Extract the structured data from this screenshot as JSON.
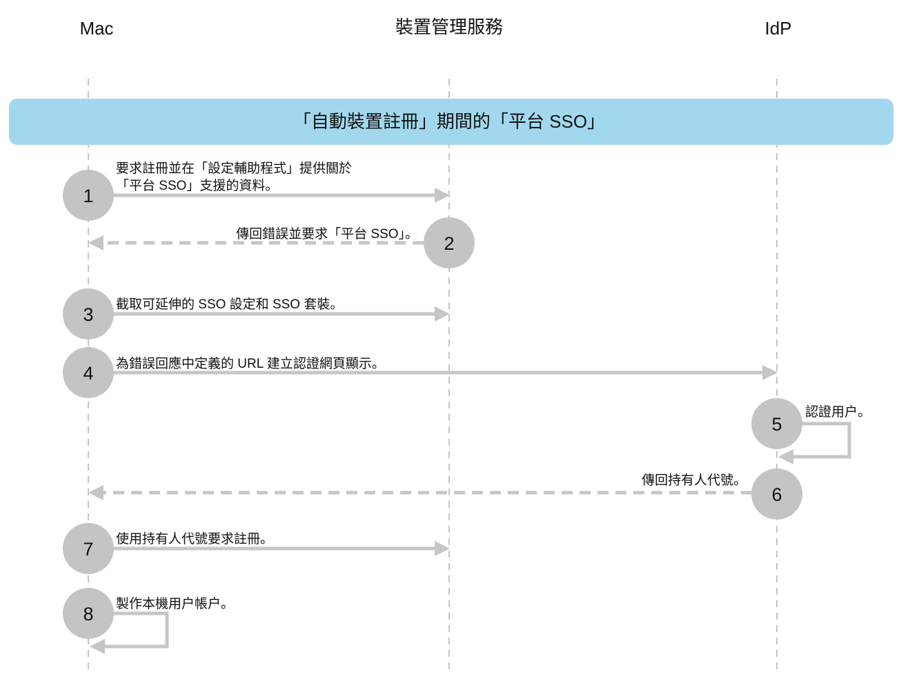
{
  "lanes": {
    "mac": "Mac",
    "service": "裝置管理服務",
    "idp": "IdP"
  },
  "banner": "「自動裝置註冊」期間的「平台 SSO」",
  "colors": {
    "banner": "#a2d8ee",
    "step_circle": "#c4c4c4",
    "arrow": "#c6c6c6"
  },
  "steps": [
    {
      "num": "1",
      "line1": "要求註冊並在「設定輔助程式」提供關於",
      "line2": "「平台 SSO」支援的資料。"
    },
    {
      "num": "2",
      "label": "傳回錯誤並要求「平台 SSO」。"
    },
    {
      "num": "3",
      "label": "截取可延伸的 SSO 設定和 SSO 套裝。"
    },
    {
      "num": "4",
      "label": "為錯誤回應中定義的 URL 建立認證網頁顯示。"
    },
    {
      "num": "5",
      "label": "認證用户。"
    },
    {
      "num": "6",
      "label": "傳回持有人代號。"
    },
    {
      "num": "7",
      "label": "使用持有人代號要求註冊。"
    },
    {
      "num": "8",
      "label": "製作本機用户帳户。"
    }
  ]
}
